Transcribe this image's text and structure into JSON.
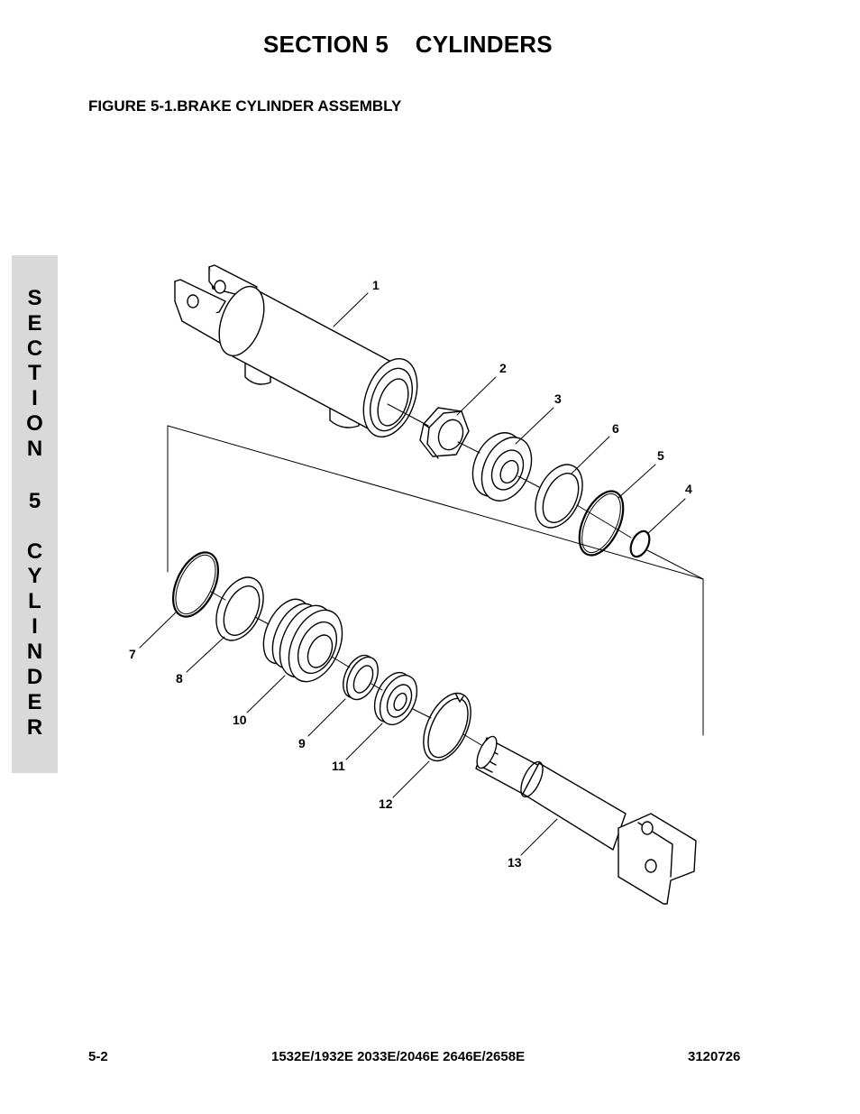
{
  "header": {
    "section_title": "SECTION 5    CYLINDERS",
    "figure_title": "FIGURE 5-1.BRAKE CYLINDER ASSEMBLY"
  },
  "side_tab": {
    "letters": [
      "S",
      "E",
      "C",
      "T",
      "I",
      "O",
      "N",
      "",
      "5",
      "",
      "C",
      "Y",
      "L",
      "I",
      "N",
      "D",
      "E",
      "R"
    ]
  },
  "callouts": {
    "c1": "1",
    "c2": "2",
    "c3": "3",
    "c4": "4",
    "c5": "5",
    "c6": "6",
    "c7": "7",
    "c8": "8",
    "c9": "9",
    "c10": "10",
    "c11": "11",
    "c12": "12",
    "c13": "13"
  },
  "footer": {
    "page_number": "5-2",
    "models": "1532E/1932E 2033E/2046E 2646E/2658E",
    "doc_number": "3120726"
  }
}
